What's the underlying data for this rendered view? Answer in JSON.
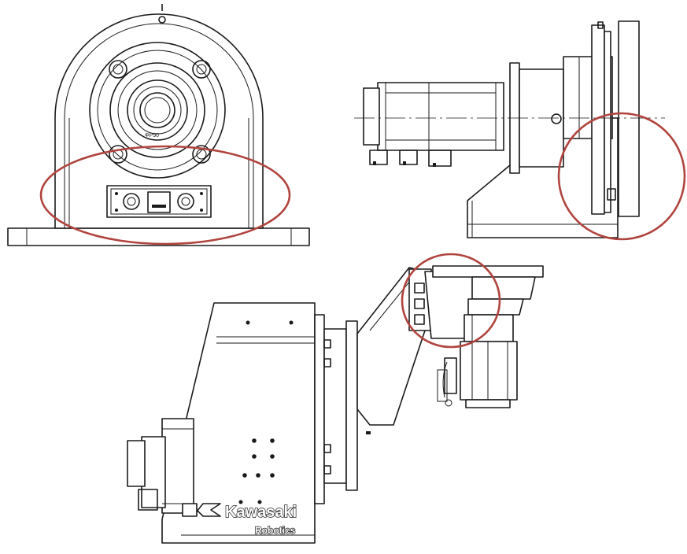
{
  "brand": {
    "name": "Kawasaki",
    "tagline": "Robotics"
  },
  "front_view": {
    "label_small": "ΦP90"
  },
  "annotation_color": "#b0443e",
  "icons": {
    "logo": "kawasaki-logo-icon"
  }
}
